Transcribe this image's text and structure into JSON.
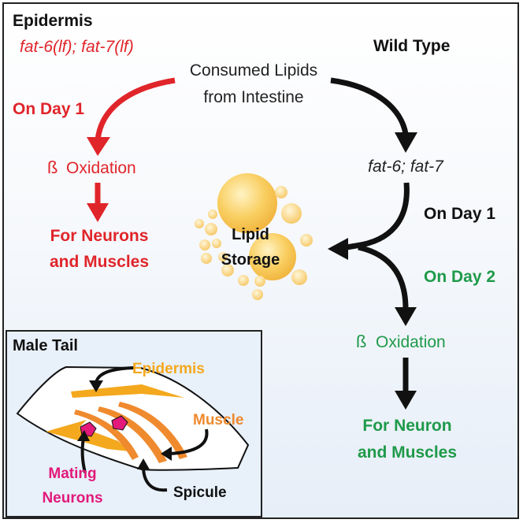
{
  "panel_title": "Epidermis",
  "mutant": {
    "genotype": "fat-6(lf); fat-7(lf)",
    "day_label": "On Day 1",
    "oxidation_symbol": "ß",
    "oxidation_label": "Oxidation",
    "outcome_line1": "For Neurons",
    "outcome_line2": "and Muscles"
  },
  "wild_type": {
    "title": "Wild Type",
    "genes": "fat-6; fat-7",
    "day1_label": "On Day 1",
    "day2_label": "On Day 2",
    "oxidation_symbol": "ß",
    "oxidation_label": "Oxidation",
    "outcome_line1": "For Neuron",
    "outcome_line2": "and Muscles"
  },
  "source": {
    "line1": "Consumed Lipids",
    "line2": "from Intestine"
  },
  "storage": {
    "line1": "Lipid",
    "line2": "Storage"
  },
  "inset": {
    "title": "Male Tail",
    "epidermis": "Epidermis",
    "muscle": "Muscle",
    "mating_line1": "Mating",
    "mating_line2": "Neurons",
    "spicule": "Spicule"
  },
  "colors": {
    "red": "#e0252a",
    "green": "#1f9a4a",
    "black": "#111111",
    "orange_epidermis": "#f4a81d",
    "orange_muscle": "#ef8a2e",
    "magenta": "#e2197a",
    "lipid": "#f7c54a"
  }
}
